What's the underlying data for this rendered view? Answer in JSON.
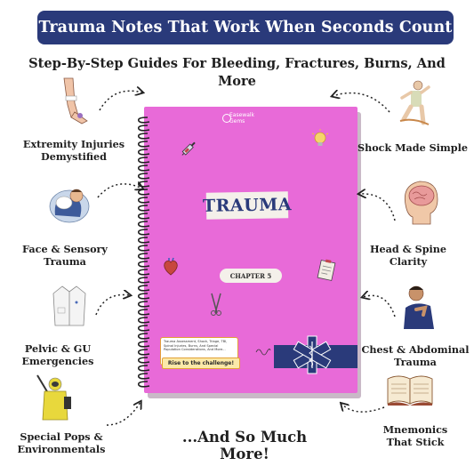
{
  "banner": {
    "title": "Trauma Notes That Work When Seconds Count"
  },
  "subtitle": {
    "line1": "Step-By-Step Guides For Bleeding, Fractures, Burns, And",
    "line2": "More"
  },
  "features_left": [
    {
      "line1": "Extremity Injuries",
      "line2": "Demystified",
      "icon": "leg-bandage-icon"
    },
    {
      "line1": "Face & Sensory",
      "line2": "Trauma",
      "icon": "person-airbag-icon"
    },
    {
      "line1": "Pelvic & GU",
      "line2": "Emergencies",
      "icon": "lab-coat-icon"
    },
    {
      "line1": "Special Pops &",
      "line2": "Environmentals",
      "icon": "hazmat-suit-icon"
    }
  ],
  "features_right": [
    {
      "line1": "Shock Made Simple",
      "line2": "",
      "icon": "falling-person-icon"
    },
    {
      "line1": "Head & Spine",
      "line2": "Clarity",
      "icon": "head-brain-icon"
    },
    {
      "line1": "Chest & Abdominal",
      "line2": "Trauma",
      "icon": "chest-pain-person-icon"
    },
    {
      "line1": "Mnemonics",
      "line2": "That Stick",
      "icon": "open-book-icon"
    }
  ],
  "footer": {
    "more": "...And So Much More!"
  },
  "book": {
    "brand_line1": "Easewalk",
    "brand_line2": "Gems",
    "title": "TRAUMA",
    "chapter": "CHAPTER 5",
    "topics": "Trauma Assessment, Shock, Triage, TBI, Spinal Injuries, Burns, And Special Population Considerations, And More...",
    "challenge": "Rise to the challenge!",
    "cover_color": "#e86ad8",
    "accent_color": "#2a3a7a"
  }
}
